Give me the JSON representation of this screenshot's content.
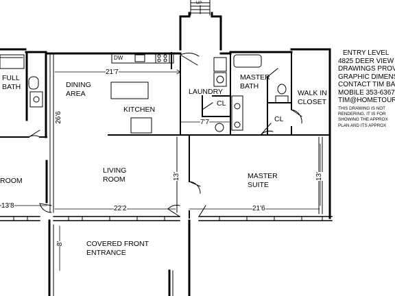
{
  "stair_label": "UP",
  "rooms": {
    "full_bath": [
      "FULL",
      "BATH"
    ],
    "dining": [
      "DINING",
      "AREA"
    ],
    "kitchen": "KITCHEN",
    "laundry": "LAUNDRY",
    "cl_laundry": "CL",
    "master_bath": [
      "MASTER",
      "BATH"
    ],
    "cl_master": "CL",
    "walk_in": [
      "WALK IN",
      "CLOSET"
    ],
    "living": [
      "LIVING",
      "ROOM"
    ],
    "room_left": "ROOM",
    "master_suite": [
      "MASTER",
      "SUITE"
    ],
    "covered": [
      "COVERED FRONT",
      "ENTRANCE"
    ]
  },
  "fixtures": {
    "dw": "DW"
  },
  "dimensions": {
    "dining_width": "21'7",
    "vertical_left": "26'6",
    "laundry_width": "7'7",
    "living_depth": "13'",
    "suite_depth": "13'",
    "left_width": "13'8",
    "living_width": "22'2",
    "suite_width": "21'6",
    "entrance_depth": "8'"
  },
  "info": {
    "lines": [
      "ENTRY LEVEL",
      "4825 DEER VIEW",
      "DRAWINGS PROVIDED BY",
      "GRAPHIC DIMENSIONS",
      "CONTACT TIM BAKER",
      "MOBILE 353-6367",
      "TIM@HOMETOUR"
    ],
    "disclaimer": [
      "THIS DRAWING IS NOT",
      "RENDERING. IT IS FOR",
      "SHOWING THE APPROX",
      "PLAN AND ITS APPROX"
    ]
  }
}
